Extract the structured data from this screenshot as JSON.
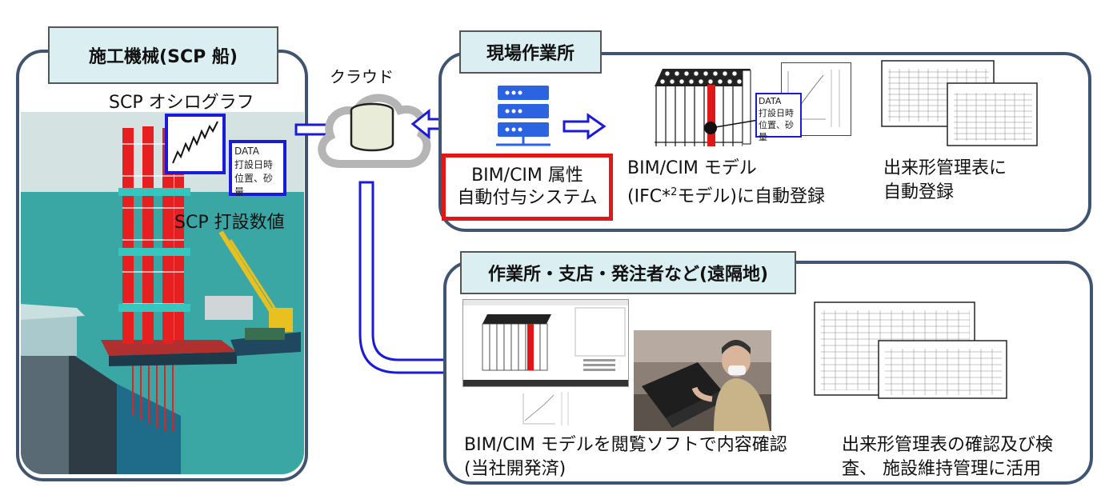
{
  "colors": {
    "panel_border": "#3e5470",
    "title_fill": "#dbeef2",
    "arrow_blue": "#1a1adb",
    "highlight_red": "#e01717",
    "sea": "#3aa7a5",
    "sky": "#d4e2e2"
  },
  "left_panel": {
    "title": "施工機械(SCP 船)",
    "oscillograph_label": "SCP オシログラフ",
    "data_box": [
      "DATA",
      "打設日時",
      "位置、砂量"
    ],
    "value_label": "SCP 打設数値"
  },
  "cloud": {
    "label": "クラウド"
  },
  "site_office": {
    "title": "現場作業所",
    "system_box": [
      "BIM/CIM 属性",
      "自動付与システム"
    ],
    "model_data_box": [
      "DATA",
      "打設日時",
      "位置、砂量"
    ],
    "model_caption": [
      "BIM/CIM モデル",
      "(IFC*",
      "2",
      "モデル)に自動登録"
    ],
    "table_caption": [
      "出来形管理表に",
      "自動登録"
    ]
  },
  "remote": {
    "title": "作業所・支店・発注者など(遠隔地)",
    "viewer_caption": [
      "BIM/CIM モデルを閲覧ソフトで内容確認",
      "(当社開発済)"
    ],
    "table_caption": [
      "出来形管理表の確認及び検",
      "査、 施設維持管理に活用"
    ]
  },
  "icons": [
    "oscillograph-chart-icon",
    "cloud-database-icon",
    "server-icon",
    "scp-vessel-illustration",
    "pile-model-icon",
    "spreadsheet-icon",
    "person-laptop-photo"
  ]
}
